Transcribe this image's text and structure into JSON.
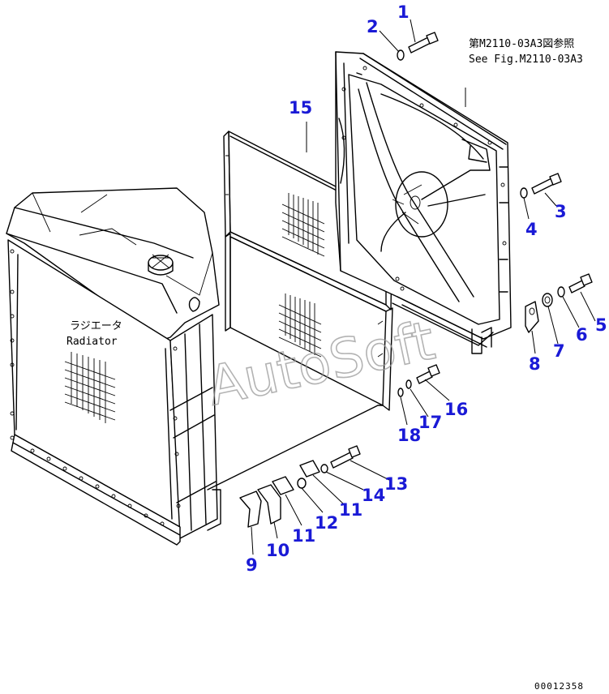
{
  "callout_color": "#1a1ad6",
  "reference_note": {
    "line1": "第M2110-03A3図参照",
    "line2": "See Fig.M2110-03A3"
  },
  "radiator_label": {
    "jp": "ラジエータ",
    "en": "Radiator"
  },
  "watermark": "AutoSoft",
  "drawing_code": "00012358",
  "callouts": [
    {
      "id": "1",
      "part": "bolt"
    },
    {
      "id": "2",
      "part": "washer"
    },
    {
      "id": "3",
      "part": "bolt"
    },
    {
      "id": "4",
      "part": "washer"
    },
    {
      "id": "5",
      "part": "bolt"
    },
    {
      "id": "6",
      "part": "washer"
    },
    {
      "id": "7",
      "part": "spacer"
    },
    {
      "id": "8",
      "part": "bracket"
    },
    {
      "id": "9",
      "part": "plate"
    },
    {
      "id": "10",
      "part": "plate"
    },
    {
      "id": "11",
      "part": "bracket"
    },
    {
      "id": "11",
      "part": "bracket"
    },
    {
      "id": "12",
      "part": "collar"
    },
    {
      "id": "13",
      "part": "bolt"
    },
    {
      "id": "14",
      "part": "washer"
    },
    {
      "id": "15",
      "part": "shroud"
    },
    {
      "id": "16",
      "part": "bolt"
    },
    {
      "id": "17",
      "part": "washer"
    },
    {
      "id": "18",
      "part": "washer"
    }
  ]
}
